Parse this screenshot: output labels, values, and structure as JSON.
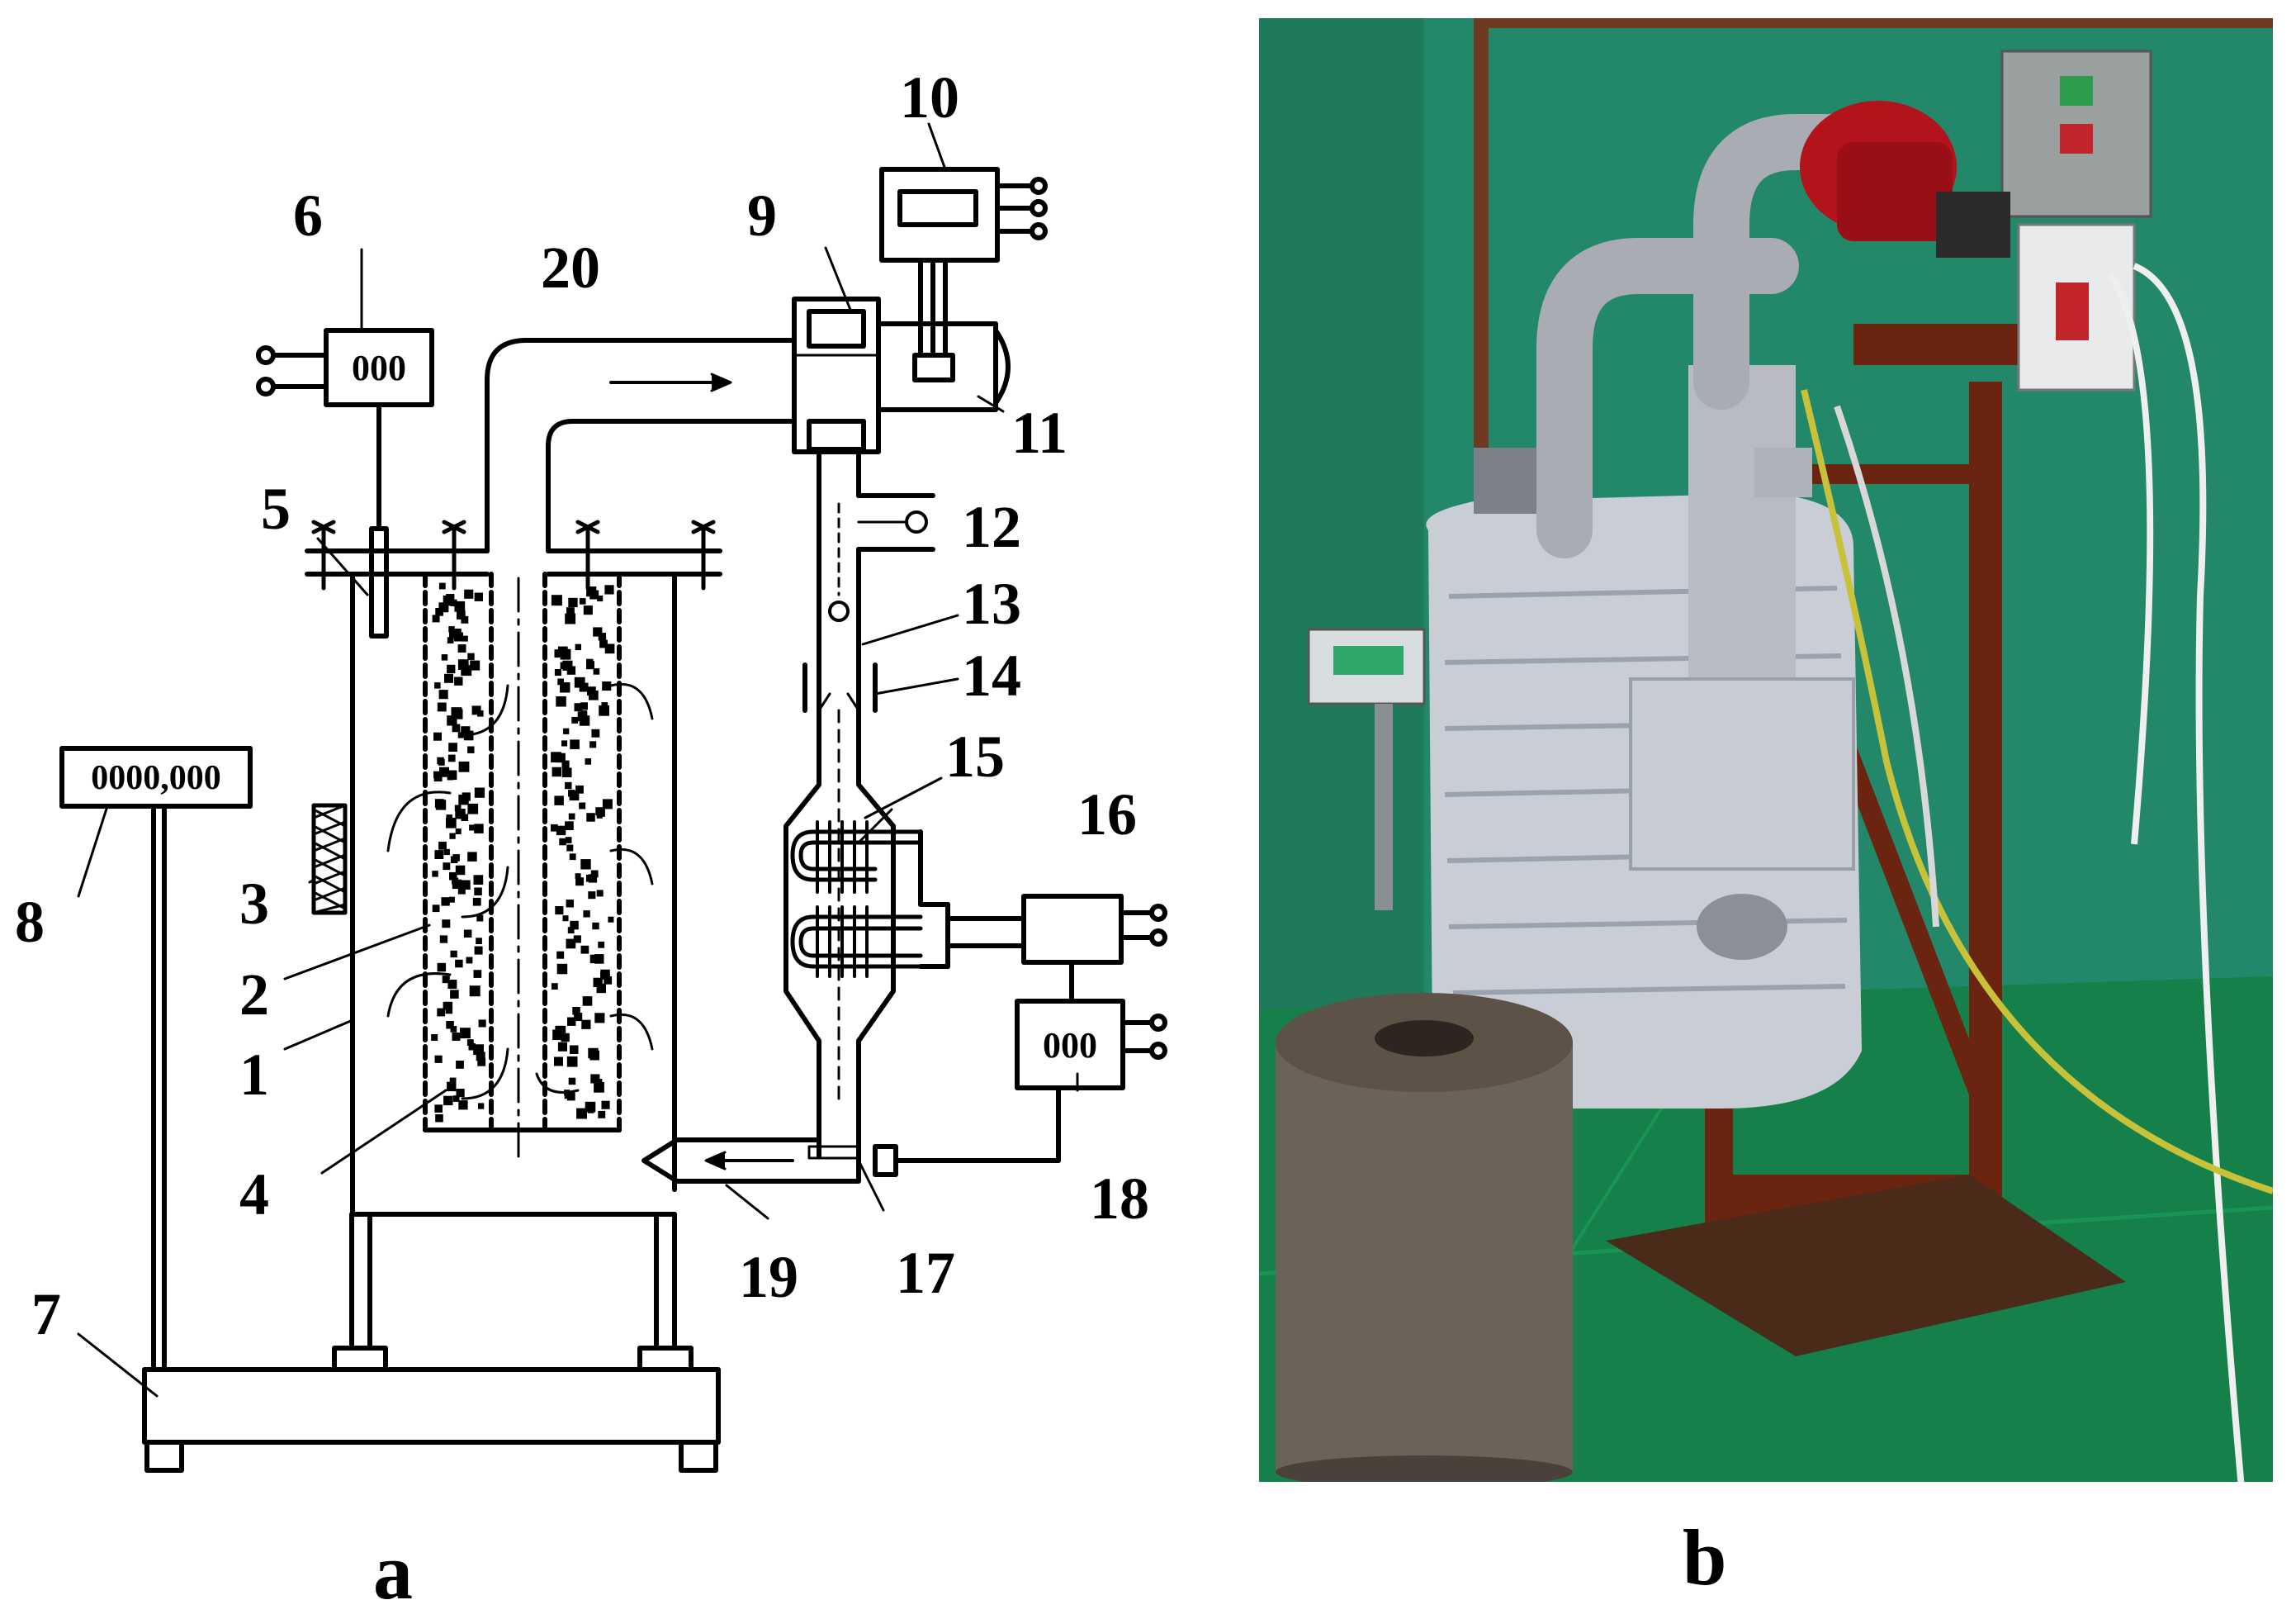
{
  "figure": {
    "panel_a": {
      "caption": "a",
      "labels": {
        "l1": "1",
        "l2": "2",
        "l3": "3",
        "l4": "4",
        "l5": "5",
        "l6": "6",
        "l7": "7",
        "l8": "8",
        "l9": "9",
        "l10": "10",
        "l11": "11",
        "l12": "12",
        "l13": "13",
        "l14": "14",
        "l15": "15",
        "l16": "16",
        "l17": "17",
        "l18": "18",
        "l19": "19",
        "l20": "20"
      },
      "displays": {
        "scale": "0000,000",
        "meter6": "000",
        "meter18": "000"
      }
    },
    "panel_b": {
      "caption": "b"
    }
  },
  "colors": {
    "line": "#000000",
    "wall": "#1c7a5e",
    "floor": "#167a4c",
    "frame": "#6e2612",
    "fan": "#b3141c",
    "foil": "#c9ced6"
  }
}
